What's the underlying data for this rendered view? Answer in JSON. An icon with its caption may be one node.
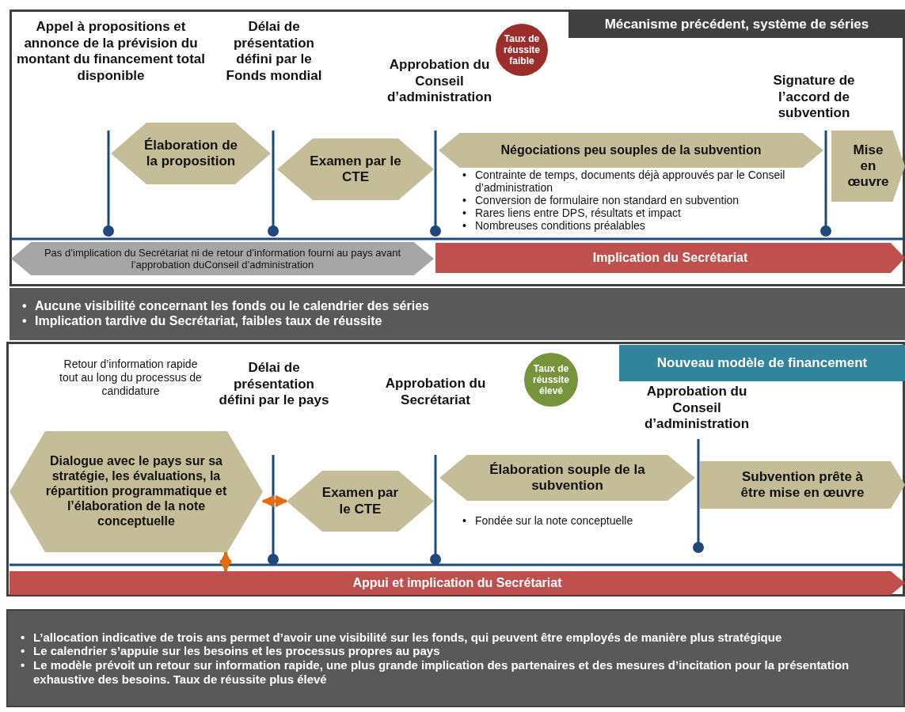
{
  "diagram": {
    "nodes": [
      {
        "text": [
          "Mécanisme précédent, système de séries"
        ]
      },
      {
        "text": [
          "Taux de réussite faible"
        ]
      },
      {
        "text": [
          "Élaboration de la proposition"
        ]
      },
      {
        "text": [
          "Examen par le CTE"
        ]
      },
      {
        "text": [
          "Négociations peu souples de la subvention"
        ],
        "beside": [
          "• Contrainte de temps, documents déjà approuvés par le Conseil d’administration",
          "• Conversion de formulaire non standard en subvention",
          "• Rares liens entre DPS, résultats et impact",
          "• Nombreuses conditions préalables"
        ]
      },
      {
        "text": [
          "Mise en œuvre"
        ]
      },
      {
        "text": [
          "Pas d’implication du Secrétariat ni de retour d’information fourni au pays avant l’approbation duConseil d’administration"
        ]
      },
      {
        "text": [
          "Implication du Secrétariat"
        ]
      },
      {
        "text": [
          "• Aucune visibilité concernant les fonds ou le calendrier des séries",
          "• Implication tardive du Secrétariat, faibles taux de réussite"
        ]
      },
      {
        "text": [
          "Nouveau modèle de financement"
        ]
      },
      {
        "text": [
          "Taux de réussite élevé"
        ]
      },
      {
        "text": [
          "Dialogue avec le pays sur sa stratégie, les évaluations, la répartition programmatique et l’élaboration de la note conceptuelle"
        ]
      },
      {
        "text": [
          "Examen par le CTE"
        ]
      },
      {
        "text": [
          "Élaboration souple de la subvention"
        ],
        "beside": [
          "• Fondée sur la note conceptuelle"
        ]
      },
      {
        "text": [
          "Subvention prête à être mise en œuvre"
        ]
      },
      {
        "text": [
          "Appui et implication du Secrétariat"
        ]
      },
      {
        "text": [
          "• L’allocation indicative de trois ans permet d’avoir une visibilité sur les fonds, qui peuvent être employés de manière plus stratégique",
          "• Le calendrier s’appuie sur les besoins et les processus propres au pays",
          "• Le modèle prévoit un retour sur information rapide, une plus grande implication des partenaires et des mesures d’incitation pour la présentation exhaustive des besoins. Taux de réussite plus élevé"
        ]
      }
    ],
    "edges": [
      {
        "from": 11,
        "to": 12,
        "arrow": "both"
      },
      {
        "from": 11,
        "to": 15,
        "arrow": "both"
      }
    ],
    "labels": [
      "Appel à propositions et annonce de la prévision du montant du financement total disponible",
      "Délai de présentation défini par le Fonds mondial",
      "Approbation du Conseil d’administration",
      "Signature de l’accord de subvention",
      "Retour d’information rapide tout au long du processus de candidature",
      "Délai de présentation défini par le pays",
      "Approbation du Secrétariat",
      "Approbation du Conseil d’administration"
    ]
  }
}
